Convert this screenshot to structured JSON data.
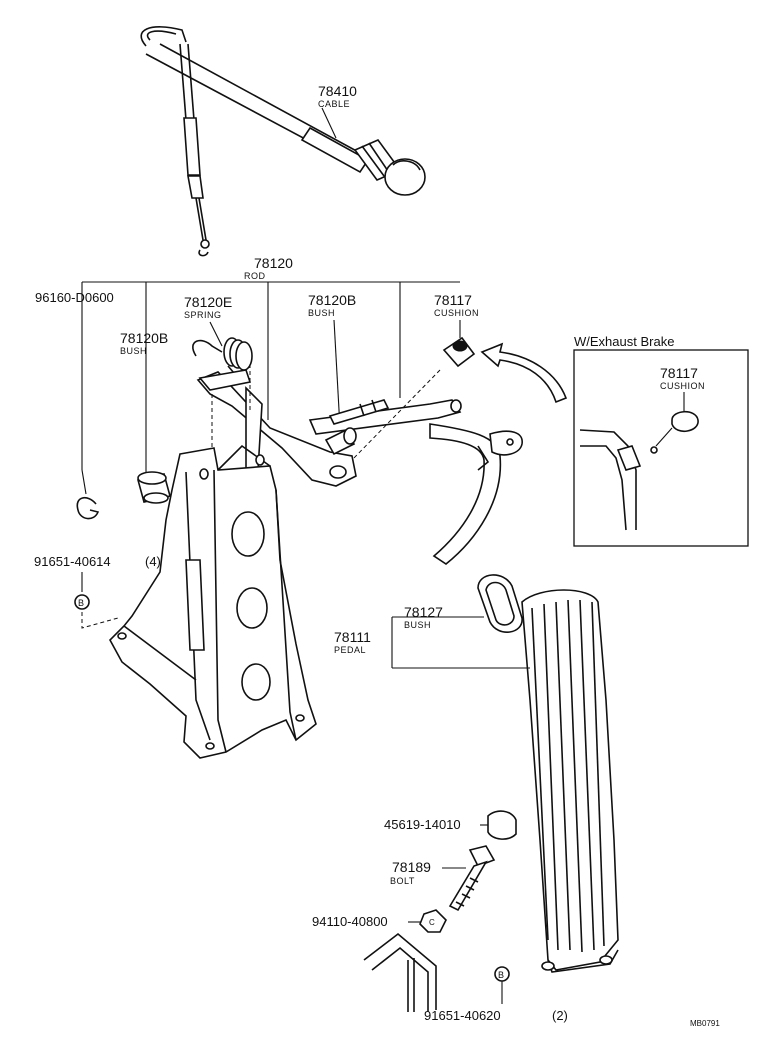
{
  "parts": {
    "cable": {
      "number": "78410",
      "name": "CABLE"
    },
    "rod": {
      "number": "78120",
      "name": "ROD"
    },
    "clip": {
      "number": "96160-D0600"
    },
    "bush_left": {
      "number": "78120B",
      "name": "BUSH"
    },
    "spring": {
      "number": "78120E",
      "name": "SPRING"
    },
    "bush_mid": {
      "number": "78120B",
      "name": "BUSH"
    },
    "cushion": {
      "number": "78117",
      "name": "CUSHION"
    },
    "bolt_upper": {
      "number": "91651-40614",
      "qty": "(4)"
    },
    "pedal_bush": {
      "number": "78127",
      "name": "BUSH"
    },
    "pedal": {
      "number": "78111",
      "name": "PEDAL"
    },
    "cap": {
      "number": "45619-14010"
    },
    "bolt": {
      "number": "78189",
      "name": "BOLT"
    },
    "nut": {
      "number": "94110-40800"
    },
    "bolt_lower": {
      "number": "91651-40620",
      "qty": "(2)"
    }
  },
  "inset": {
    "title": "W/Exhaust Brake",
    "cushion": {
      "number": "78117",
      "name": "CUSHION"
    }
  },
  "markers": {
    "bolt_symbol": "B",
    "nut_symbol": "C"
  },
  "drawing_code": "MB0791"
}
